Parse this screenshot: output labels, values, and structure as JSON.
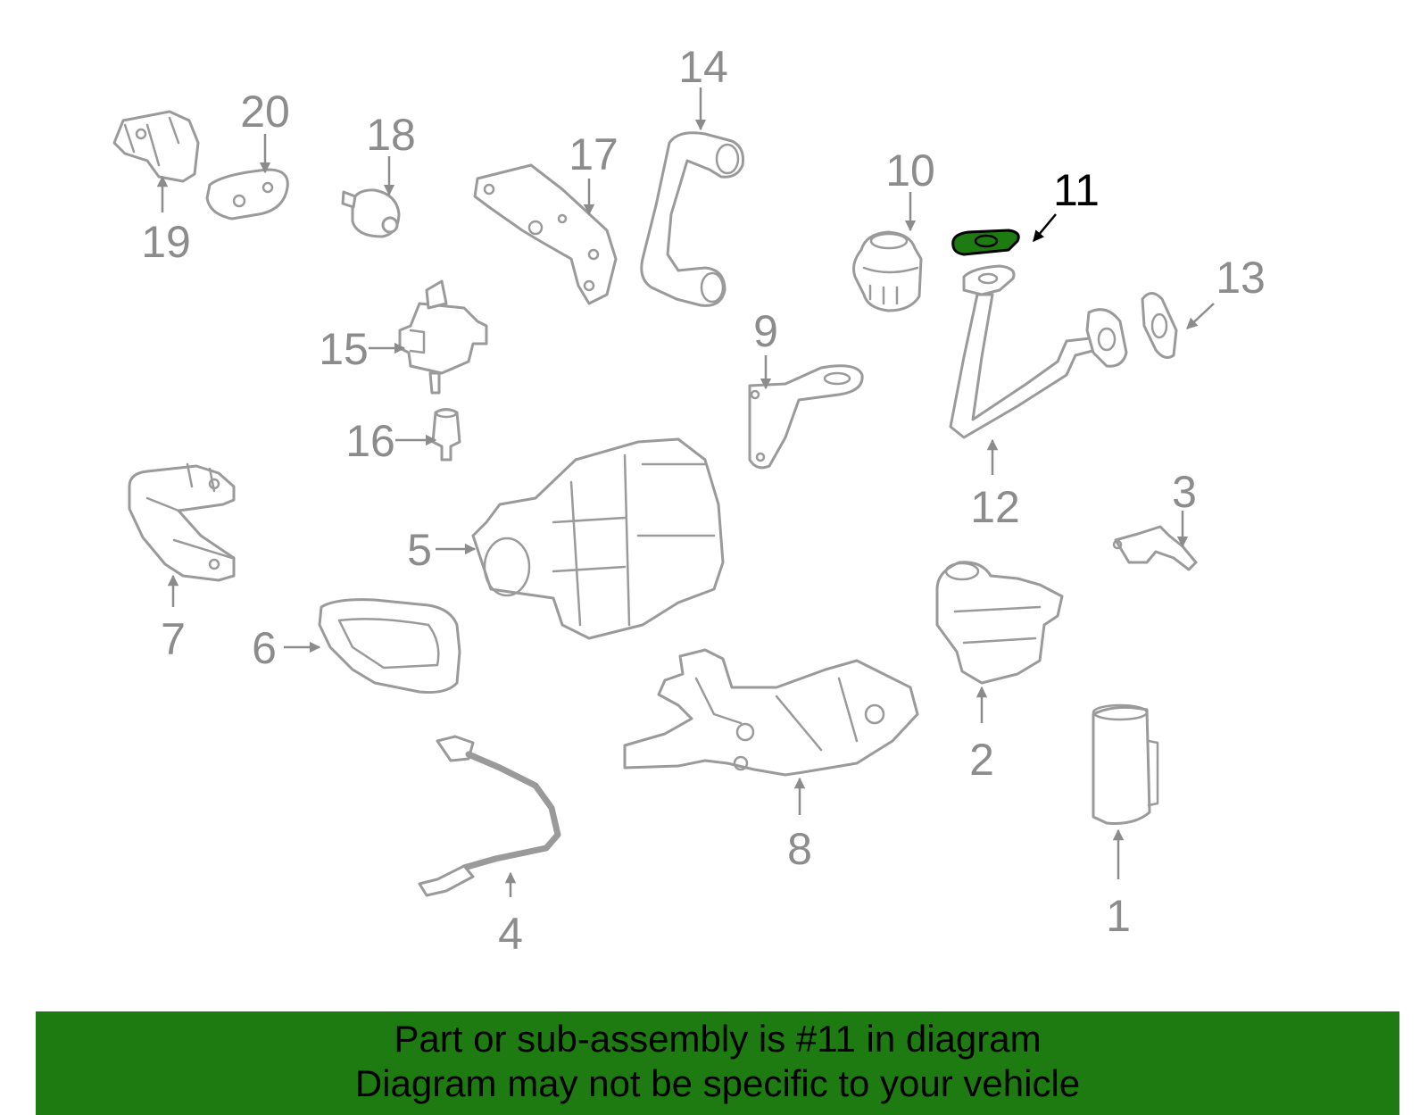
{
  "diagram": {
    "highlight_color": "#1e7b12",
    "callout_color": "#8c8c8c",
    "active_callout": "11",
    "callouts": [
      {
        "id": "c1",
        "label": "1"
      },
      {
        "id": "c2",
        "label": "2"
      },
      {
        "id": "c3",
        "label": "3"
      },
      {
        "id": "c4",
        "label": "4"
      },
      {
        "id": "c5",
        "label": "5"
      },
      {
        "id": "c6",
        "label": "6"
      },
      {
        "id": "c7",
        "label": "7"
      },
      {
        "id": "c8",
        "label": "8"
      },
      {
        "id": "c9",
        "label": "9"
      },
      {
        "id": "c10",
        "label": "10"
      },
      {
        "id": "c11",
        "label": "11"
      },
      {
        "id": "c12",
        "label": "12"
      },
      {
        "id": "c13",
        "label": "13"
      },
      {
        "id": "c14",
        "label": "14"
      },
      {
        "id": "c15",
        "label": "15"
      },
      {
        "id": "c16",
        "label": "16"
      },
      {
        "id": "c17",
        "label": "17"
      },
      {
        "id": "c18",
        "label": "18"
      },
      {
        "id": "c19",
        "label": "19"
      },
      {
        "id": "c20",
        "label": "20"
      }
    ]
  },
  "banner": {
    "line1": "Part or sub-assembly is #11 in diagram",
    "line2": "Diagram may not be specific to your vehicle"
  }
}
